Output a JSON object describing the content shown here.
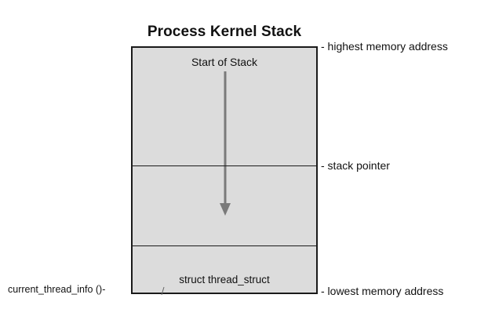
{
  "title": "Process Kernel Stack",
  "box": {
    "start_label": "Start of Stack",
    "struct_label": "struct thread_struct"
  },
  "annotations": {
    "highest": "- highest memory address",
    "stack_pointer": "- stack pointer",
    "lowest": "- lowest memory address",
    "current_thread_info": "current_thread_info ()-"
  },
  "colors": {
    "stack_fill": "#dcdcdc",
    "arrow": "#7a7a7a",
    "border": "#1a1a1a"
  },
  "icons": {
    "growth_direction": "down-arrow-icon"
  }
}
